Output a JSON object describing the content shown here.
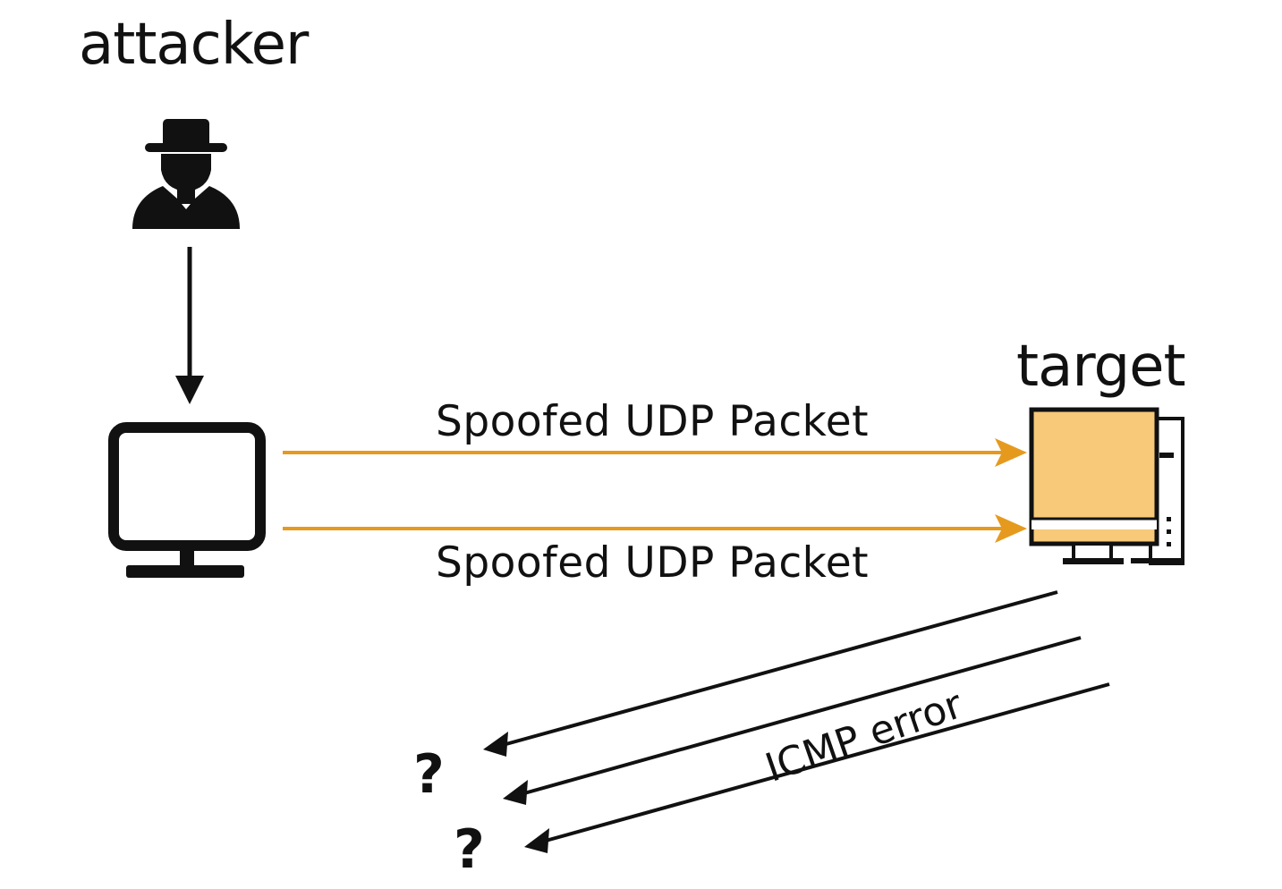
{
  "nodes": {
    "attacker": {
      "label": "attacker",
      "icon": "hacker-icon"
    },
    "attacker_host": {
      "icon": "monitor-icon"
    },
    "target": {
      "label": "target",
      "icon": "desktop-computer-icon"
    }
  },
  "edges": [
    {
      "from": "attacker",
      "to": "attacker_host",
      "label": ""
    },
    {
      "from": "attacker_host",
      "to": "target",
      "label": "Spoofed UDP Packet"
    },
    {
      "from": "attacker_host",
      "to": "target",
      "label": "Spoofed UDP Packet"
    },
    {
      "from": "target",
      "to": "unknown_1",
      "label": ""
    },
    {
      "from": "target",
      "to": "unknown_2",
      "label": ""
    },
    {
      "from": "target",
      "to": "unknown_3",
      "label": "ICMP error"
    }
  ],
  "unknown_destination": {
    "label": "?"
  },
  "colors": {
    "packet_arrow": "#e59a1e",
    "target_screen": "#f8c978",
    "stroke": "#111111"
  }
}
